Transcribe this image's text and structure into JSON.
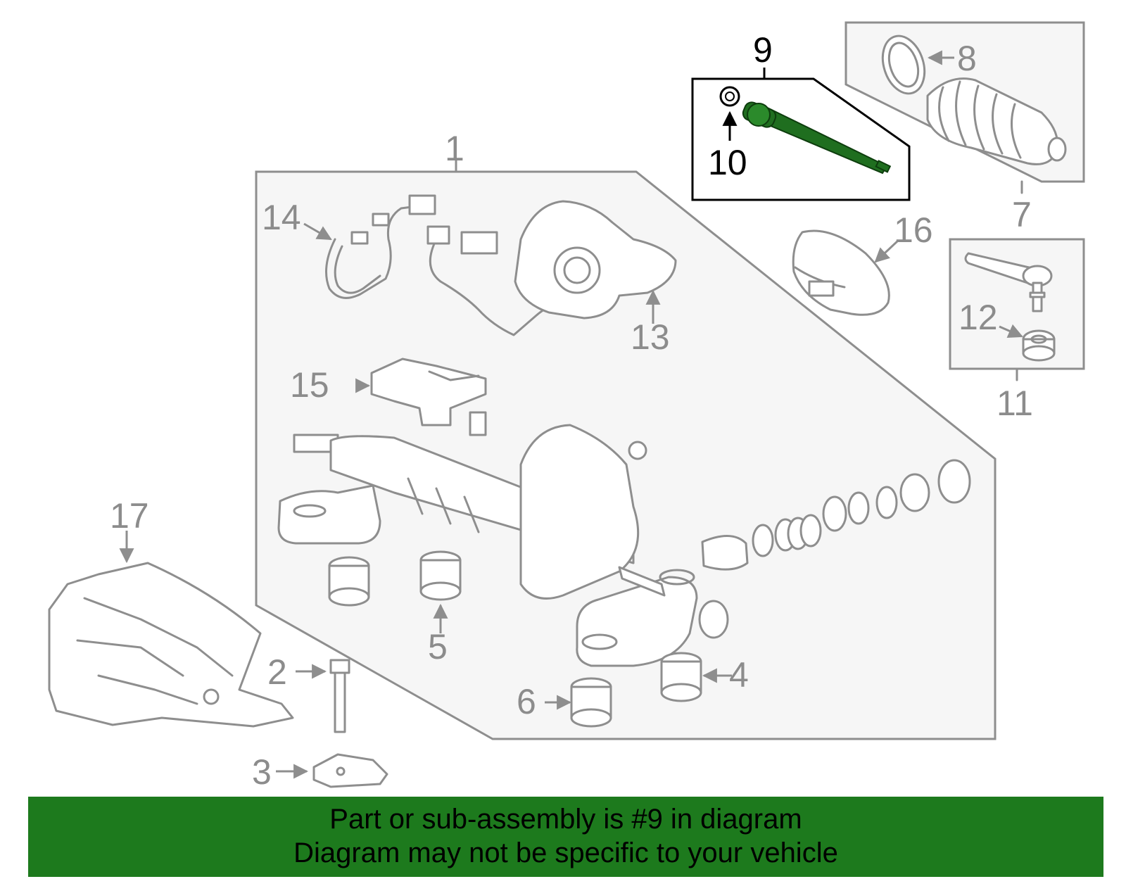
{
  "callouts": {
    "c1": "1",
    "c2": "2",
    "c3": "3",
    "c4": "4",
    "c5": "5",
    "c6": "6",
    "c7": "7",
    "c8": "8",
    "c9": "9",
    "c10": "10",
    "c11": "11",
    "c12": "12",
    "c13": "13",
    "c14": "14",
    "c15": "15",
    "c16": "16",
    "c17": "17"
  },
  "highlighted_part": "9",
  "footer": {
    "line1": "Part or sub-assembly is #9 in diagram",
    "line2": "Diagram may not be specific to your vehicle"
  },
  "colors": {
    "highlight_part": "#1f6e1f",
    "footer_background": "#1d7a1d",
    "panel_background": "#f6f6f6",
    "line_art": "#8e8e8e"
  }
}
